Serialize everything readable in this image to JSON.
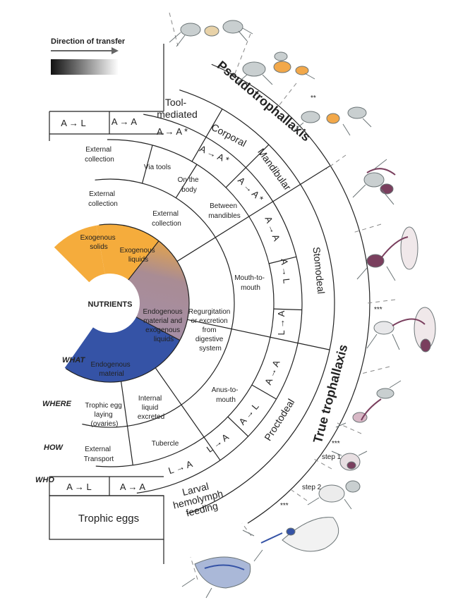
{
  "legend": {
    "title": "Direction of transfer"
  },
  "center": {
    "label": "NUTRIENTS"
  },
  "row_headers": {
    "what": "WHAT",
    "where": "WHERE",
    "how": "HOW",
    "who": "WHO"
  },
  "what": {
    "exogenous_solids": [
      "Exogenous",
      "solids"
    ],
    "exogenous_liquids": [
      "Exogenous",
      "liquids"
    ],
    "endogenous_mix": [
      "Endogenous",
      "material and",
      "exogenous",
      "liquids"
    ],
    "endogenous": [
      "Endogenous",
      "material"
    ]
  },
  "where": {
    "external_collection_a": [
      "External",
      "collection"
    ],
    "external_collection_b": [
      "External",
      "collection"
    ],
    "regurgitation": [
      "Regurgitation",
      "or excretion",
      "from",
      "digestive",
      "system"
    ],
    "trophic_egg_laying": [
      "Trophic egg",
      "laying",
      "(ovaries)"
    ],
    "internal_liquid": [
      "Internal",
      "liquid",
      "excreted"
    ]
  },
  "how": {
    "external_collection_top": [
      "External",
      "collection"
    ],
    "via_tools": "Via tools",
    "on_body": [
      "On the",
      "body"
    ],
    "between_mandibles": [
      "Between",
      "mandibles"
    ],
    "mouth_to_mouth": [
      "Mouth-to-",
      "mouth"
    ],
    "anus_to_mouth": [
      "Anus-to-",
      "mouth"
    ],
    "external_transport": [
      "External",
      "Transport"
    ],
    "tubercle": "Tubercle"
  },
  "who": {
    "al": "A → L",
    "aa": "A → A",
    "aa_star": "A → A *",
    "la": "L → A"
  },
  "types": {
    "tool_mediated": [
      "Tool-",
      "mediated"
    ],
    "corporal": "Corporal",
    "mandibular": "Mandibular",
    "stomodeal": "Stomodeal",
    "proctodeal": "Proctodeal",
    "larval_hemolymph": [
      "Larval",
      "hemolymph",
      "feeding"
    ],
    "trophic_eggs": "Trophic eggs"
  },
  "categories": {
    "pseudotrophallaxis": "Pseudotrophallaxis",
    "true_trophallaxis": "True trophallaxis"
  },
  "annotations": {
    "double_star": "**",
    "triple_star_a": "***",
    "triple_star_b": "***",
    "triple_star_c": "***",
    "step1": "step 1.",
    "step2": "step 2."
  },
  "colors": {
    "exogenous": "#f5ac3c",
    "endogenous_mix": "#a98c94",
    "endogenous": "#3553a6",
    "ant_body": "#c9cfd0",
    "nutrient_purple": "#7a3f5e",
    "nutrient_orange": "#f0a030"
  }
}
